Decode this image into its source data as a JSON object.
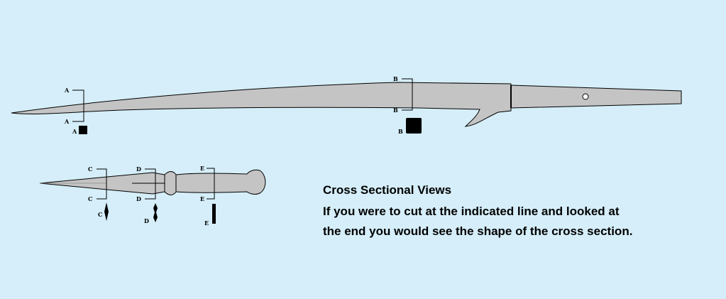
{
  "labels": {
    "a_top": "A",
    "a_bot": "A",
    "a_sec": "A",
    "b_top": "B",
    "b_bot": "B",
    "b_sec": "B",
    "c_top": "C",
    "c_bot": "C",
    "c_sec": "C",
    "d_top": "D",
    "d_bot": "D",
    "d_sec": "D",
    "e_top": "E",
    "e_bot": "E",
    "e_sec": "E"
  },
  "caption": {
    "title": "Cross Sectional Views",
    "line1": "If you were to cut at the indicated line and looked at",
    "line2": "the end you would see the shape of the cross section."
  },
  "colors": {
    "background": "#d5eef9",
    "blade": "#c4c4c4",
    "outline": "#000000"
  }
}
